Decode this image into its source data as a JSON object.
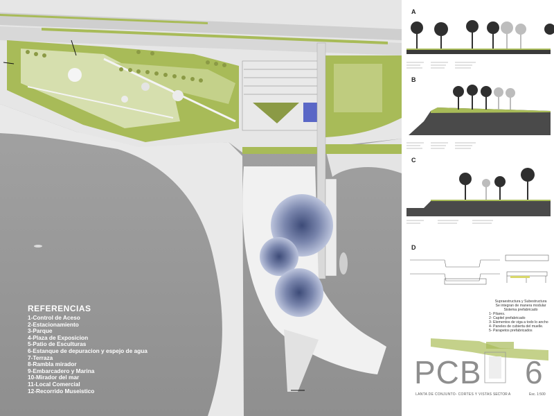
{
  "references": {
    "title": "REFERENCIAS",
    "items": [
      "1-Control de Aceso",
      "2-Estacionamiento",
      "3-Parque",
      "4-Plaza de Exposicion",
      "5-Patio de Esculturas",
      "6-Estanque de  depuracion y espejo de agua",
      "7-Terraza",
      "8-Rambla mirador",
      "9-Embarcadero y Marina",
      "10-Mirador del mar",
      "11-Local Comercial",
      "12-Recorrido Museistico"
    ]
  },
  "sections": {
    "a": "A",
    "b": "B",
    "c": "C",
    "d": "D"
  },
  "structure": {
    "heading": [
      "Supraestructura y Subestructura",
      "Se integran de manera modular",
      "Sistema prefabricado"
    ],
    "items": [
      "1-    Pilares.",
      "2-    Capitel prefabricado",
      "3-    Elementos de viga a todo lo ancho",
      "4-    Paneles de cubierta del muelle.",
      "5-    Parapetos prefabricados"
    ]
  },
  "sheet": {
    "code": "PCB",
    "number": "6",
    "title": "LANTA DE CONJUNTO- CORTES Y VISTAS",
    "sector": "SECTOR A",
    "scale": "Esc. 1:500"
  },
  "colors": {
    "water": "#9a9a9a",
    "grass": "#a8bb58",
    "grass_light": "#d6dfae",
    "road": "#d9d9d9",
    "accent_blue": "#5a67c6"
  }
}
